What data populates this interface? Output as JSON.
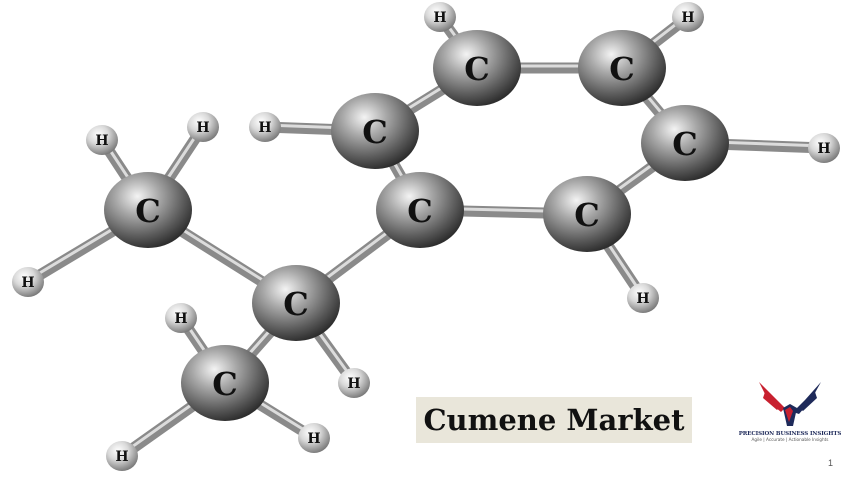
{
  "slide": {
    "title": "Cumene Market",
    "page_number": "1"
  },
  "logo": {
    "name": "PRECISION BUSINESS INSIGHTS",
    "tagline": "Agile | Accurate | Actionable Insights"
  },
  "molecule": {
    "carbon_label": "C",
    "hydrogen_label": "H"
  },
  "colors": {
    "title_box_bg": "#e9e6da",
    "logo_red": "#c8202f",
    "logo_navy": "#1e2a5a"
  }
}
